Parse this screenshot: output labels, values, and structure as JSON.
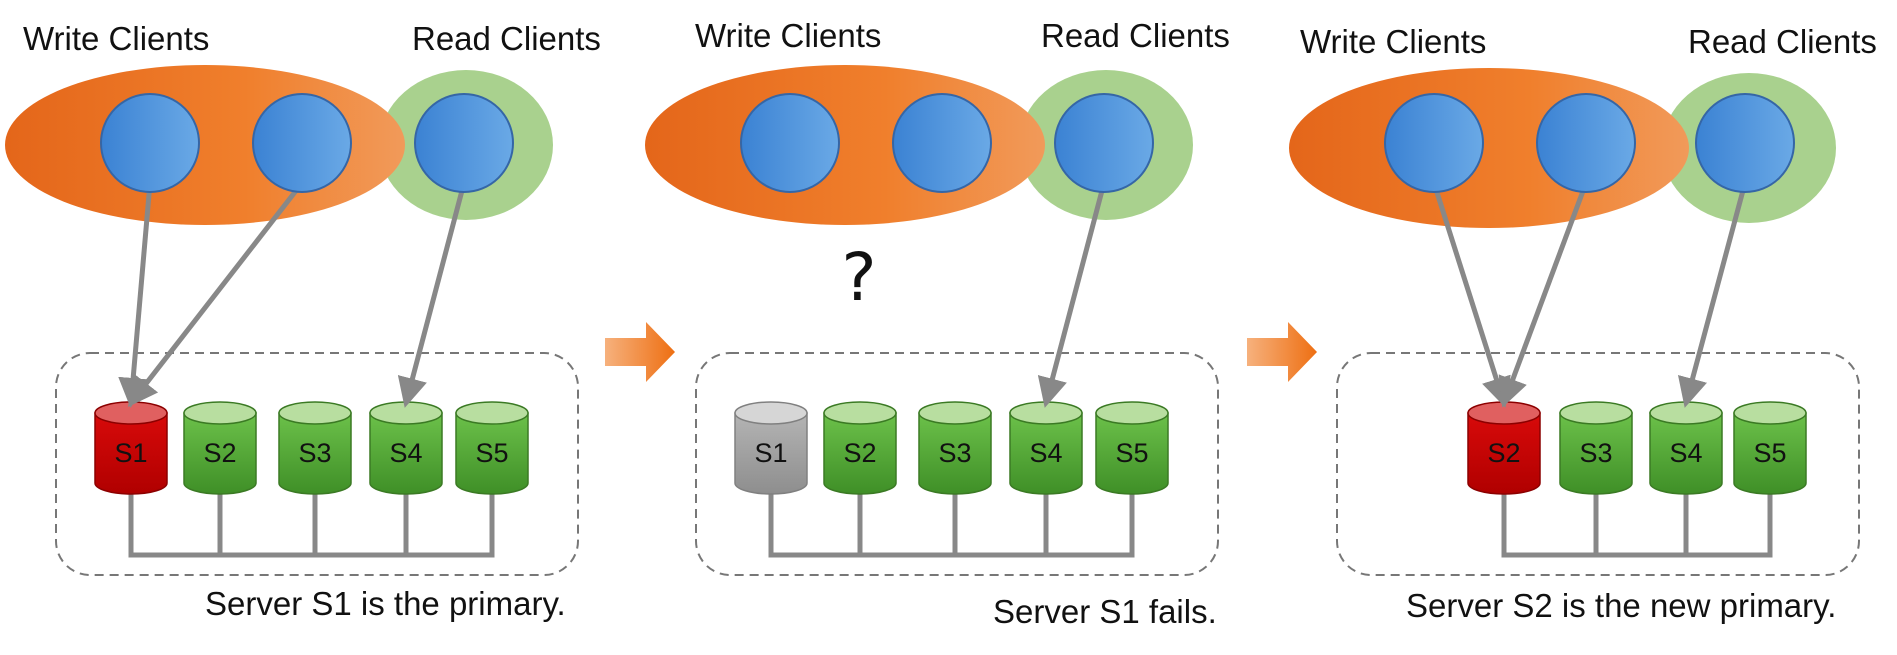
{
  "colors": {
    "write_group": "#ee7722",
    "read_group": "#a9d18e",
    "client": "#4a90d9",
    "primary": "#c00000",
    "secondary": "#5aa83a",
    "failed": "#a6a6a6",
    "arrow": "#888888",
    "stage_arrow": "#f07f20"
  },
  "panels": [
    {
      "write_label": "Write Clients",
      "read_label": "Read Clients",
      "caption": "Server S1 is the primary.",
      "question": "",
      "servers": [
        {
          "label": "S1",
          "state": "primary"
        },
        {
          "label": "S2",
          "state": "secondary"
        },
        {
          "label": "S3",
          "state": "secondary"
        },
        {
          "label": "S4",
          "state": "secondary"
        },
        {
          "label": "S5",
          "state": "secondary"
        }
      ]
    },
    {
      "write_label": "Write Clients",
      "read_label": "Read Clients",
      "caption": "Server S1 fails.",
      "question": "?",
      "servers": [
        {
          "label": "S1",
          "state": "failed"
        },
        {
          "label": "S2",
          "state": "secondary"
        },
        {
          "label": "S3",
          "state": "secondary"
        },
        {
          "label": "S4",
          "state": "secondary"
        },
        {
          "label": "S5",
          "state": "secondary"
        }
      ]
    },
    {
      "write_label": "Write Clients",
      "read_label": "Read Clients",
      "caption": "Server S2 is the new primary.",
      "question": "",
      "servers": [
        {
          "label": "S2",
          "state": "primary"
        },
        {
          "label": "S3",
          "state": "secondary"
        },
        {
          "label": "S4",
          "state": "secondary"
        },
        {
          "label": "S5",
          "state": "secondary"
        }
      ]
    }
  ]
}
